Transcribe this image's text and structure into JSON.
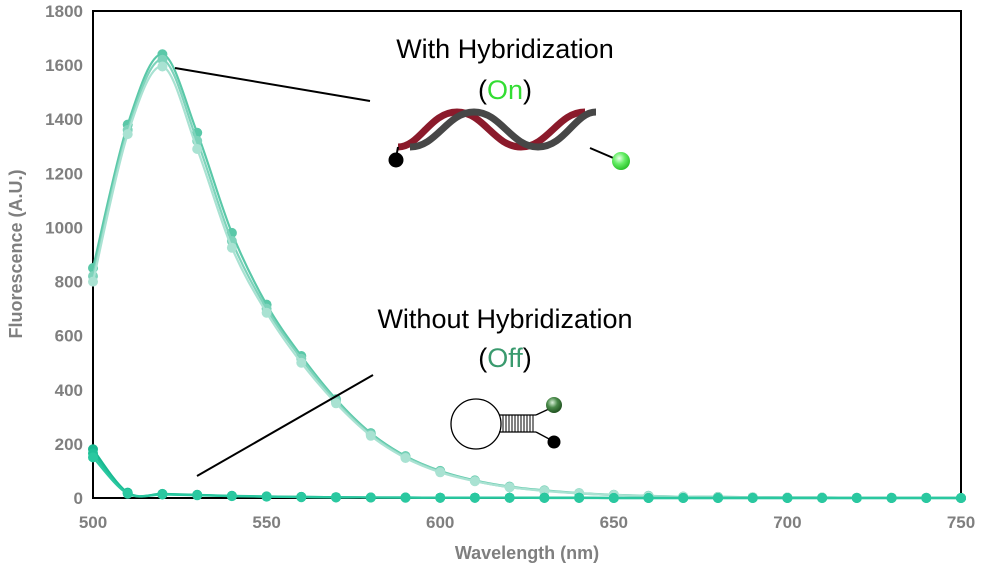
{
  "chart_data": {
    "type": "line",
    "xlabel": "Wavelength (nm)",
    "ylabel": "Fluorescence (A.U.)",
    "xlim": [
      500,
      750
    ],
    "ylim": [
      0,
      1800
    ],
    "x_ticks": [
      500,
      550,
      600,
      650,
      700,
      750
    ],
    "y_ticks": [
      0,
      200,
      400,
      600,
      800,
      1000,
      1200,
      1400,
      1600,
      1800
    ],
    "grid": false,
    "x": [
      500,
      510,
      520,
      530,
      540,
      550,
      560,
      570,
      580,
      590,
      600,
      610,
      620,
      630,
      640,
      650,
      660,
      670,
      680,
      690,
      700,
      710,
      720,
      730,
      740,
      750
    ],
    "series": [
      {
        "color": "#5ac8a8",
        "values": [
          850,
          1380,
          1640,
          1350,
          980,
          715,
          525,
          365,
          240,
          155,
          100,
          65,
          42,
          28,
          18,
          12,
          8,
          5,
          4,
          3,
          2,
          2,
          1,
          1,
          1,
          0
        ]
      },
      {
        "color": "#7ed3bb",
        "values": [
          820,
          1360,
          1620,
          1320,
          950,
          700,
          515,
          358,
          235,
          152,
          98,
          63,
          40,
          27,
          17,
          11,
          7,
          5,
          4,
          3,
          2,
          2,
          1,
          1,
          1,
          0
        ]
      },
      {
        "color": "#a9e2d2",
        "values": [
          800,
          1345,
          1595,
          1290,
          925,
          685,
          500,
          350,
          230,
          148,
          95,
          62,
          40,
          26,
          17,
          11,
          7,
          5,
          3,
          3,
          2,
          1,
          1,
          1,
          1,
          0
        ]
      },
      {
        "color": "#18b890",
        "values": [
          180,
          20,
          15,
          12,
          8,
          6,
          4,
          3,
          2,
          2,
          1,
          1,
          1,
          1,
          1,
          0,
          0,
          0,
          0,
          0,
          0,
          0,
          0,
          0,
          0,
          0
        ]
      },
      {
        "color": "#20c098",
        "values": [
          165,
          18,
          14,
          11,
          7,
          5,
          4,
          3,
          2,
          2,
          1,
          1,
          1,
          1,
          1,
          0,
          0,
          0,
          0,
          0,
          0,
          0,
          0,
          0,
          0,
          0
        ]
      },
      {
        "color": "#2ac8a0",
        "values": [
          150,
          16,
          13,
          10,
          7,
          5,
          3,
          2,
          2,
          1,
          1,
          1,
          1,
          0,
          0,
          0,
          0,
          0,
          0,
          0,
          0,
          0,
          0,
          0,
          0,
          0
        ]
      }
    ],
    "annotations": {
      "on": {
        "text": "With Hybridization",
        "state": "On",
        "state_color": "#33dd33"
      },
      "off": {
        "text": "Without Hybridization",
        "state": "Off",
        "state_color": "#3a9a6e"
      }
    }
  }
}
